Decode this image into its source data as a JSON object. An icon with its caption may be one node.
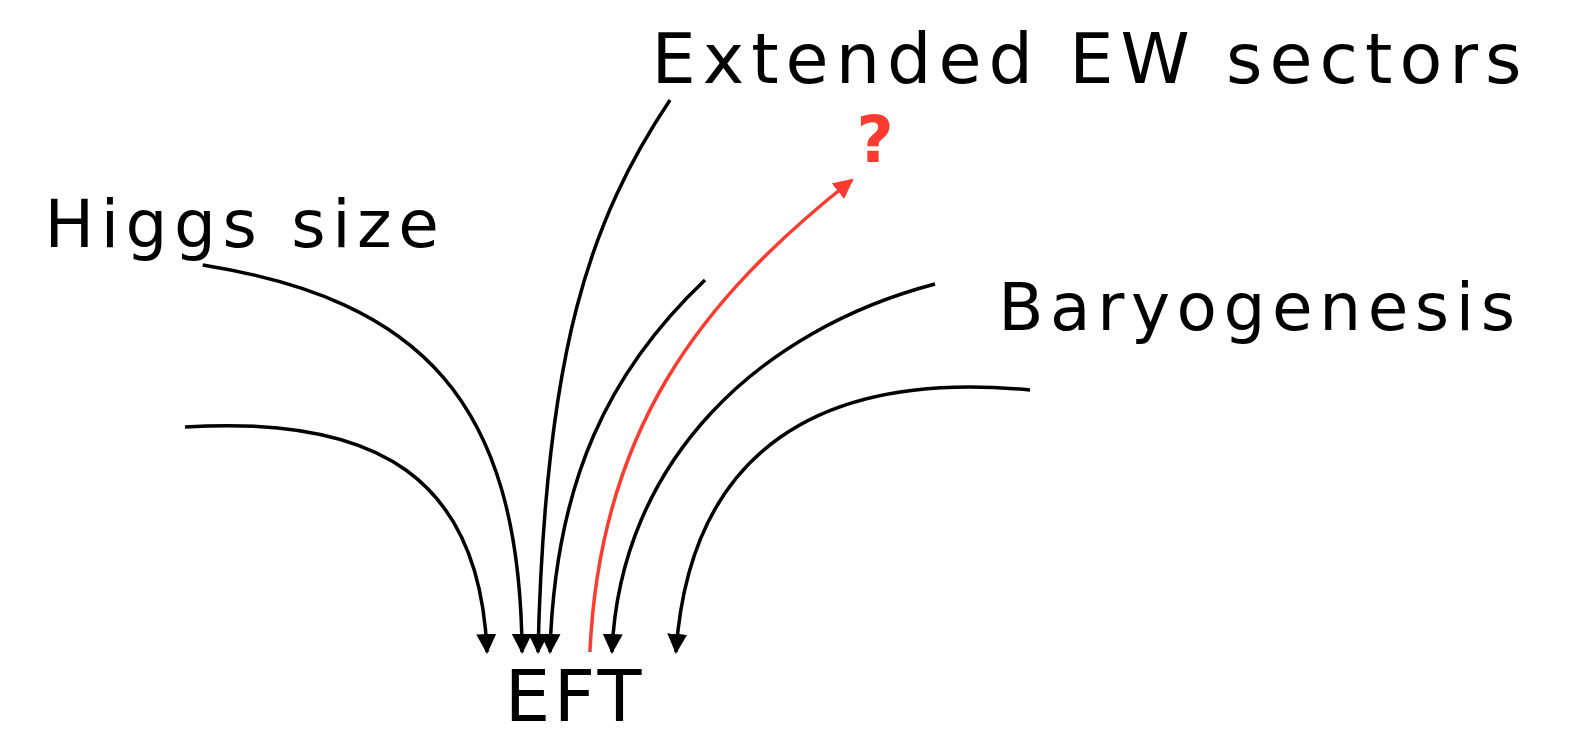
{
  "diagram": {
    "nodes": [
      {
        "text": [
          "Extended EW sectors"
        ]
      },
      {
        "text": [
          "Higgs size"
        ]
      },
      {
        "text": [
          "?"
        ]
      },
      {
        "text": [
          "Baryogenesis"
        ]
      },
      {
        "text": [
          "EFT"
        ]
      }
    ],
    "edges": [
      {
        "from": 1,
        "to": 4,
        "arrow": "to"
      },
      {
        "from": null,
        "to": 4,
        "arrow": "to"
      },
      {
        "from": 0,
        "to": 4,
        "arrow": "to"
      },
      {
        "from": null,
        "to": 4,
        "arrow": "to"
      },
      {
        "from": 4,
        "to": 2,
        "arrow": "to",
        "color": "#ff3b30"
      },
      {
        "from": 3,
        "to": 4,
        "arrow": "to"
      },
      {
        "from": null,
        "to": 4,
        "arrow": "to"
      }
    ]
  }
}
